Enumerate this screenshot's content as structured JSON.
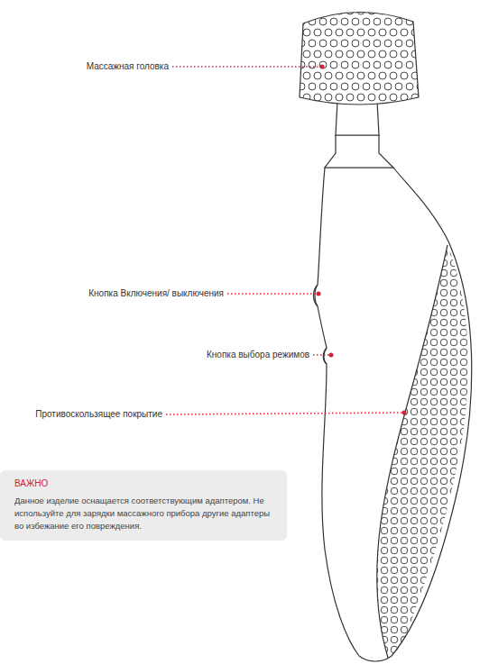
{
  "diagram": {
    "nodes": [
      {
        "text": [
          "ВАЖНО",
          "Данное изделие оснащается соответствующим адаптером. Не используйте для зарядки массажного прибора другие адаптеры во избежание его повреждения."
        ]
      }
    ],
    "labels": [
      "Массажная головка",
      "Кнопка Включения/ выключения",
      "Кнопка выбора режимов",
      "Противоскользящее покрытие"
    ]
  }
}
